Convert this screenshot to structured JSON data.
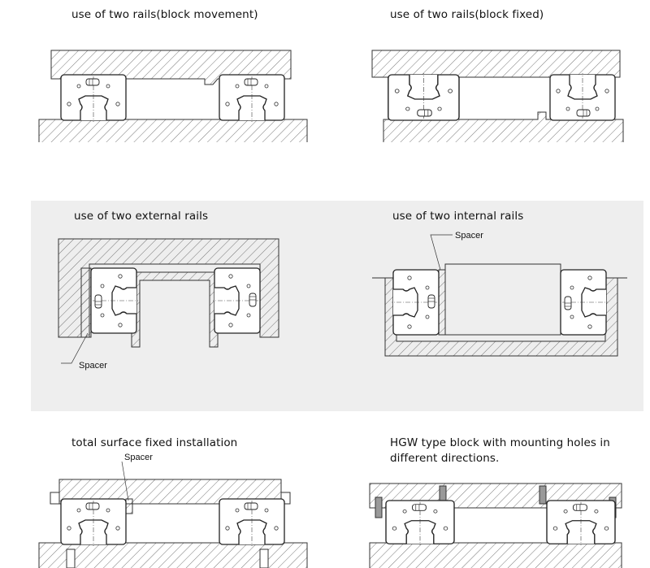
{
  "panels": {
    "block_movement": {
      "title": "use of two rails(block movement)"
    },
    "block_fixed": {
      "title": "use of two rails(block fixed)"
    },
    "external_rails": {
      "title": "use of two external rails",
      "spacer_label": "Spacer"
    },
    "internal_rails": {
      "title": "use of two internal rails",
      "spacer_label": "Spacer"
    },
    "total_surface": {
      "title": "total surface fixed installation",
      "spacer_label": "Spacer"
    },
    "hgw_block": {
      "title_line1": "HGW type block with mounting holes in",
      "title_line2": "different directions."
    }
  },
  "colors": {
    "highlight_background": "#eeeeee",
    "line": "#333333"
  }
}
